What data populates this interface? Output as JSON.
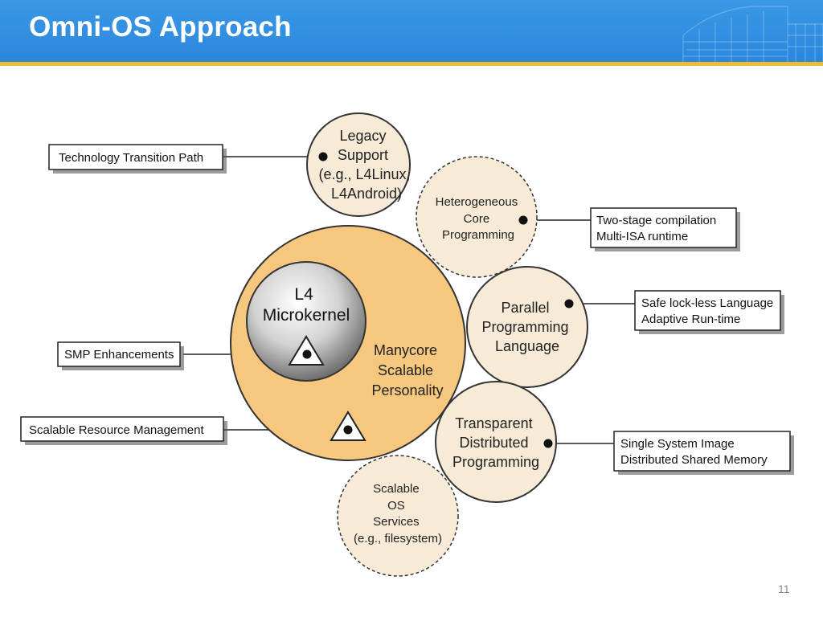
{
  "slide": {
    "title": "Omni-OS Approach",
    "page_number": "11"
  },
  "colors": {
    "header_blue": "#2a86dc",
    "header_accent": "#f3b833",
    "personality_fill": "#f6c77f",
    "circle_fill": "#f7ead6"
  },
  "diagram": {
    "circles": {
      "legacy": [
        "Legacy",
        "Support",
        "(e.g., L4Linux,",
        "L4Android)"
      ],
      "heterogeneous": [
        "Heterogeneous",
        "Core",
        "Programming"
      ],
      "parallel": [
        "Parallel",
        "Programming",
        "Language"
      ],
      "transparent": [
        "Transparent",
        "Distributed",
        "Programming"
      ],
      "scalable_os": [
        "Scalable",
        "OS",
        "Services",
        "(e.g., filesystem)"
      ],
      "manycore": [
        "Manycore",
        "Scalable",
        "Personality"
      ],
      "microkernel": [
        "L4",
        "Microkernel"
      ]
    },
    "callouts": {
      "technology": [
        "Technology Transition Path"
      ],
      "two_stage": [
        "Two-stage compilation",
        "Multi-ISA runtime"
      ],
      "safe": [
        "Safe lock-less Language",
        "Adaptive Run-time"
      ],
      "single_system": [
        "Single System Image",
        "Distributed Shared Memory"
      ],
      "smp": [
        "SMP Enhancements"
      ],
      "resource": [
        "Scalable Resource Management"
      ]
    }
  }
}
